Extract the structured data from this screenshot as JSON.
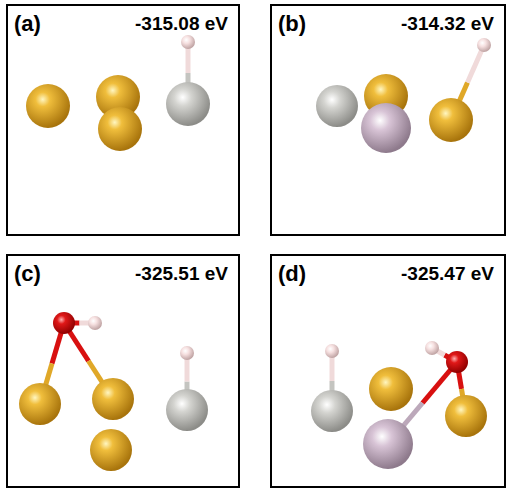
{
  "diagram": {
    "nodes": [
      {
        "text": [
          "(a)",
          "-315.08 eV"
        ]
      },
      {
        "text": [
          "(b)",
          "-314.32 eV"
        ]
      },
      {
        "text": [
          "(c)",
          "-325.51 eV"
        ]
      },
      {
        "text": [
          "(d)",
          "-325.47 eV"
        ]
      }
    ]
  }
}
